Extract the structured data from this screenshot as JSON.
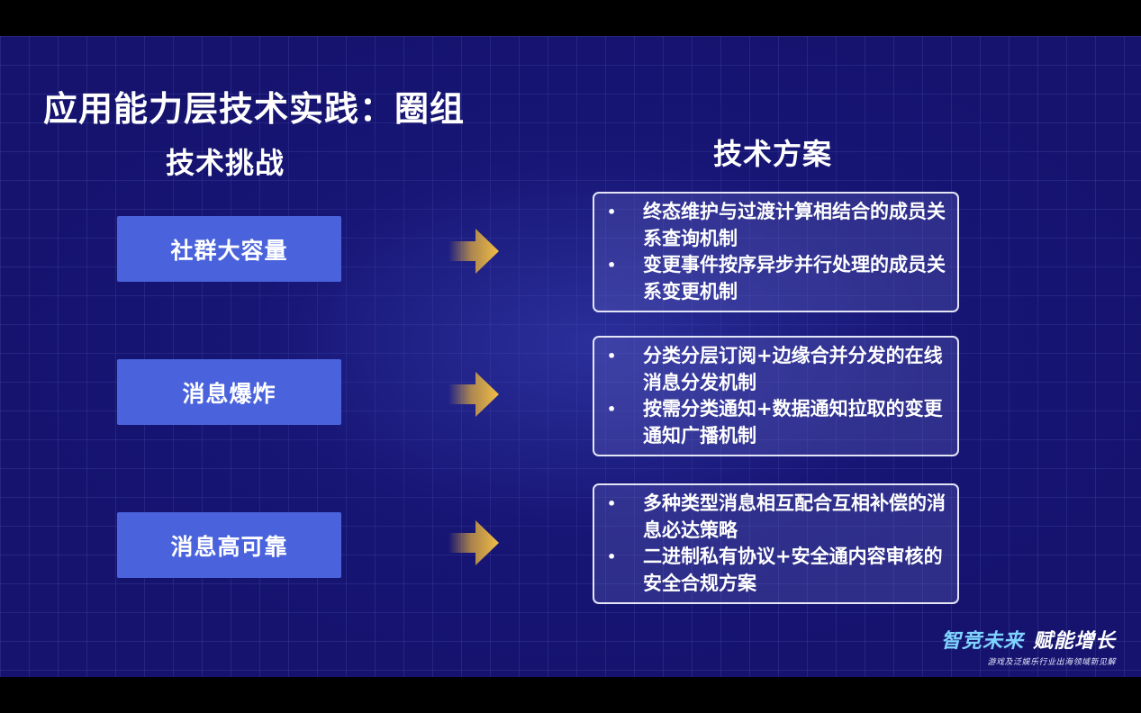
{
  "slide": {
    "title": "应用能力层技术实践：圈组",
    "left_header": "技术挑战",
    "right_header": "技术方案"
  },
  "rows": [
    {
      "challenge": "社群大容量",
      "solutions": [
        "终态维护与过渡计算相结合的成员关系查询机制",
        "变更事件按序异步并行处理的成员关系变更机制"
      ]
    },
    {
      "challenge": "消息爆炸",
      "solutions": [
        "分类分层订阅+边缘合并分发的在线消息分发机制",
        "按需分类通知+数据通知拉取的变更通知广播机制"
      ]
    },
    {
      "challenge": "消息高可靠",
      "solutions": [
        "多种类型消息相互配合互相补偿的消息必达策略",
        "二进制私有协议+安全通内容审核的安全合规方案"
      ]
    }
  ],
  "brand": {
    "main_left": "智竞未来",
    "main_right": "赋能增长",
    "sub": "游戏及泛娱乐行业出海领域新见解"
  },
  "bullet_symbol": "•",
  "colors": {
    "background": "#15136e",
    "challenge_box": "#4a63dc",
    "arrow_gold": "#e8b13a",
    "solution_border": "#e3e5f4"
  },
  "icons": {
    "arrow": "arrow-right-icon"
  }
}
